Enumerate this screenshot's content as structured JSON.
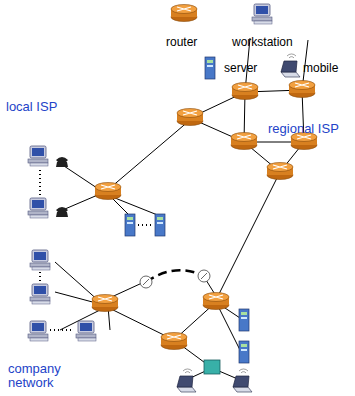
{
  "diagram": {
    "labels": [
      "local ISP",
      "regional ISP",
      "company network"
    ],
    "legend": [
      {
        "text": "router"
      },
      {
        "text": "workstation"
      },
      {
        "text": "server"
      },
      {
        "text": "mobile"
      }
    ]
  }
}
